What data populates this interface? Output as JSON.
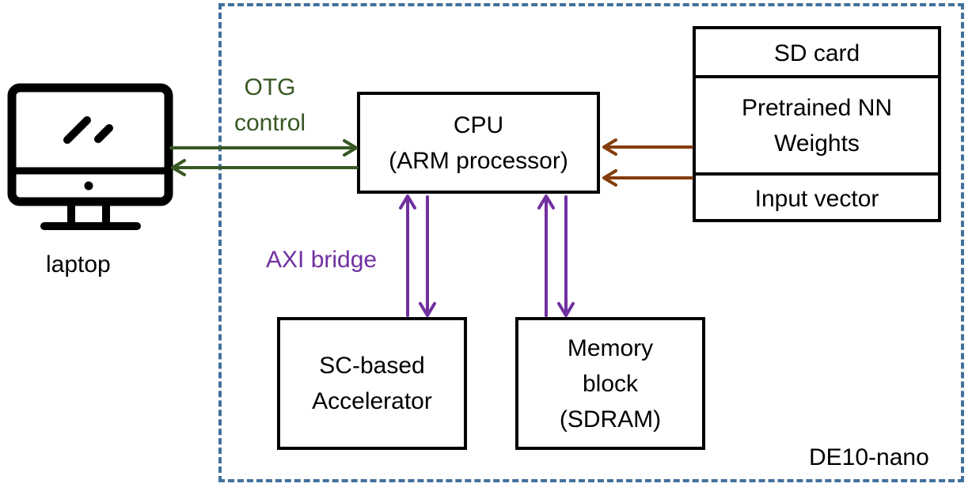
{
  "board": {
    "label": "DE10-nano"
  },
  "laptop": {
    "label": "laptop",
    "icon": "monitor-icon"
  },
  "otg": {
    "line1": "OTG",
    "line2": "control",
    "color": "#385723"
  },
  "cpu": {
    "line1": "CPU",
    "line2": "(ARM processor)"
  },
  "axi": {
    "label": "AXI bridge",
    "color": "#7030a0"
  },
  "accelerator": {
    "line1": "SC-based",
    "line2": "Accelerator"
  },
  "memory": {
    "line1": "Memory",
    "line2": "block",
    "line3": "(SDRAM)"
  },
  "sd_card": {
    "title": "SD card",
    "weights_line1": "Pretrained NN",
    "weights_line2": "Weights",
    "input": "Input vector"
  },
  "colors": {
    "board_border": "#41719c",
    "sd_arrows": "#843c0c"
  }
}
